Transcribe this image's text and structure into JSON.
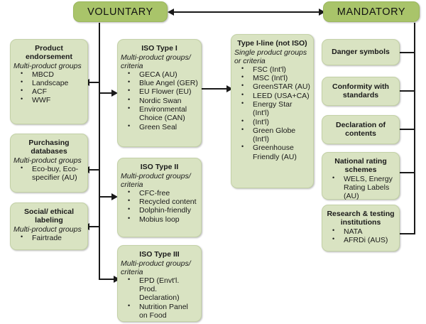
{
  "diagram": {
    "headers": [
      {
        "id": "voluntary",
        "label": "VOLUNTARY"
      },
      {
        "id": "mandatory",
        "label": "MANDATORY"
      }
    ],
    "left_column": [
      {
        "id": "product-endorsement",
        "title": "Product endorsement",
        "subtitle": "Multi-product groups",
        "items": [
          "MBCD",
          "Landscape",
          "ACF",
          "WWF"
        ]
      },
      {
        "id": "purchasing-databases",
        "title": "Purchasing databases",
        "subtitle": "Multi-product groups",
        "items": [
          "Eco-buy, Eco-specifier (AU)"
        ]
      },
      {
        "id": "social-ethical-labeling",
        "title": "Social/ ethical labeling",
        "subtitle": "Multi-product groups",
        "items": [
          "Fairtrade"
        ]
      }
    ],
    "iso_column": [
      {
        "id": "iso-type-1",
        "title": "ISO Type I",
        "subtitle": "Multi-product groups/ criteria",
        "items": [
          "GECA (AU)",
          "Blue Angel (GER)",
          "EU Flower (EU)",
          "Nordic Swan",
          "Environmental Choice (CAN)",
          "Green Seal"
        ]
      },
      {
        "id": "iso-type-2",
        "title": "ISO Type II",
        "subtitle": "Multi-product groups/ criteria",
        "items": [
          "CFC-free",
          "Recycled content",
          "Dolphin-friendly",
          "Mobius loop"
        ]
      },
      {
        "id": "iso-type-3",
        "title": "ISO Type III",
        "subtitle": "Multi-product groups/ criteria",
        "items": [
          "EPD (Envt'l. Prod. Declaration)",
          "Nutrition Panel on Food"
        ]
      }
    ],
    "center_column": [
      {
        "id": "type-i-line-not-iso",
        "title": "Type I-line (not ISO)",
        "subtitle": "Single product groups or criteria",
        "items": [
          "FSC (Int'l)",
          "MSC (Int'l)",
          "GreenSTAR (AU)",
          "LEED (USA+CA)",
          "Energy Star (Int'l)",
          "(Int'l)",
          "Green Globe (Int'l)",
          "Greenhouse Friendly (AU)"
        ]
      }
    ],
    "right_column": [
      {
        "id": "danger-symbols",
        "title": "Danger symbols",
        "subtitle": "",
        "items": []
      },
      {
        "id": "conformity-with-standards",
        "title": "Conformity with standards",
        "subtitle": "",
        "items": []
      },
      {
        "id": "declaration-of-contents",
        "title": "Declaration of contents",
        "subtitle": "",
        "items": []
      },
      {
        "id": "national-rating-schemes",
        "title": "National rating schemes",
        "subtitle": "",
        "items": [
          "WELS, Energy Rating Labels (AU)"
        ]
      },
      {
        "id": "research-testing-institutions",
        "title": "Research & testing institutions",
        "subtitle": "",
        "items": [
          "NATA",
          "AFRDi (AUS)"
        ]
      }
    ],
    "colors": {
      "header_fill": "#a9c46a",
      "box_fill": "#d9e3c2",
      "box_border": "#c3d1a6",
      "connector": "#1a1a1a",
      "background": "#ffffff"
    }
  }
}
